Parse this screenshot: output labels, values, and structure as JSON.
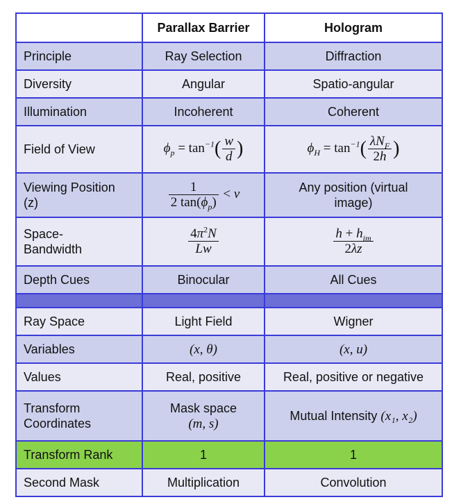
{
  "headers": [
    "",
    "Parallax Barrier",
    "Hologram"
  ],
  "rows": {
    "principle": {
      "label": "Principle",
      "pb": "Ray Selection",
      "holo": "Diffraction"
    },
    "diversity": {
      "label": "Diversity",
      "pb": "Angular",
      "holo": "Spatio-angular"
    },
    "illumination": {
      "label": "Illumination",
      "pb": "Incoherent",
      "holo": "Coherent"
    },
    "fov": {
      "label": "Field of View",
      "pb": "ϕp = tan⁻¹(w/d)",
      "holo": "ϕH = tan⁻¹(λNF/2h)"
    },
    "viewing": {
      "label_line1": "Viewing Position",
      "label_line2": "(z)",
      "pb": "1 / 2 tan(ϕp) < v",
      "holo_line1": "Any position (virtual",
      "holo_line2": "image)"
    },
    "space_bw": {
      "label_line1": "Space-",
      "label_line2": "Bandwidth",
      "pb": "4π²N / Lw",
      "holo": "(h + h_im) / 2λz"
    },
    "depth": {
      "label": "Depth Cues",
      "pb": "Binocular",
      "holo": "All Cues"
    },
    "ray_space": {
      "label": "Ray Space",
      "pb": "Light Field",
      "holo": "Wigner"
    },
    "variables": {
      "label": "Variables",
      "pb": "(x, θ)",
      "holo": "(x, u)"
    },
    "values": {
      "label": "Values",
      "pb": "Real, positive",
      "holo": "Real, positive or negative"
    },
    "transform": {
      "label_line1": "Transform",
      "label_line2": "Coordinates",
      "pb_line1": "Mask space",
      "pb_line2": "(m, s)",
      "holo_text": "Mutual Intensity",
      "holo_math": "(x₁, x₂)"
    },
    "rank": {
      "label": "Transform Rank",
      "pb": "1",
      "holo": "1"
    },
    "second_mask": {
      "label": "Second Mask",
      "pb": "Multiplication",
      "holo": "Convolution"
    }
  },
  "colors": {
    "border": "#3a3ad8",
    "row_dark": "#ccd0ec",
    "row_light": "#e8e9f5",
    "divider": "#6b6fd6",
    "highlight": "#8bd24b"
  }
}
